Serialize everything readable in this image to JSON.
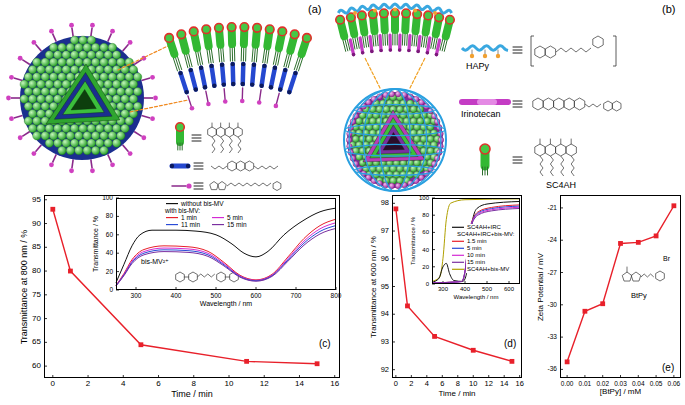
{
  "diagram": {
    "nodes": [
      {
        "text": [
          "(c)"
        ]
      },
      {
        "text": [
          "without bis-MV",
          "with bis-MV:",
          "1 min",
          "5 min",
          "11 min",
          "15 min",
          "bis-MV²⁺"
        ],
        "in": 0
      },
      {
        "text": [
          "(d)"
        ]
      },
      {
        "text": [
          "SC4AH+IRC",
          "SC4AH+IRC+bis-MV:",
          "1.5 min",
          "5 min",
          "10 min",
          "15 min",
          "SC4AH+bis-MV"
        ],
        "in": 2
      },
      {
        "text": [
          "(e)",
          "BtPy",
          "Br"
        ]
      }
    ],
    "labels": [
      "(a)",
      "(b)",
      "HAPy",
      "Irinotecan",
      "SC4AH",
      "60",
      "65",
      "70",
      "75",
      "80",
      "85",
      "90",
      "95",
      "Transmittance at 800 nm / %",
      "0",
      "2",
      "4",
      "6",
      "8",
      "10",
      "12",
      "14",
      "16",
      "Time / min",
      "0",
      "20",
      "40",
      "60",
      "80",
      "100",
      "Transmittance / %",
      "300",
      "400",
      "500",
      "600",
      "700",
      "800",
      "Wavelength / nm",
      "92",
      "93",
      "94",
      "95",
      "96",
      "97",
      "98",
      "Transmittance at 600 nm / %",
      "0",
      "2",
      "4",
      "6",
      "8",
      "10",
      "12",
      "14",
      "16",
      "Time / min",
      "0",
      "20",
      "40",
      "60",
      "80",
      "100",
      "Transmittance / %",
      "300",
      "400",
      "500",
      "600",
      "Wavelength / nm",
      "-36",
      "-33",
      "-30",
      "-27",
      "-24",
      "-21",
      "Zeta Potential / mV",
      "0.00",
      "0.01",
      "0.02",
      "0.03",
      "0.04",
      "0.05",
      "0.06",
      "[BtPy] / mM"
    ]
  }
}
